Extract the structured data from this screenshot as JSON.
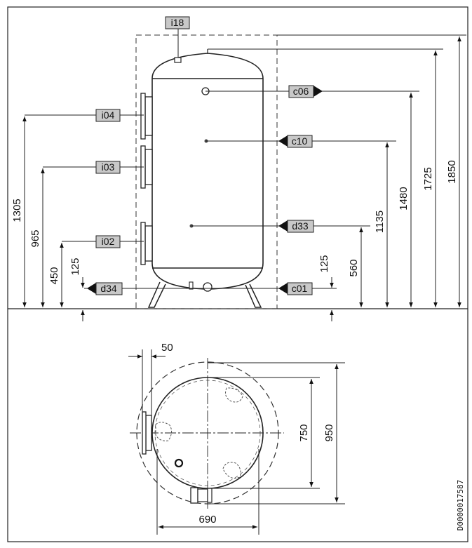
{
  "labels": {
    "i18": "i18",
    "c06": "c06",
    "i04": "i04",
    "c10": "c10",
    "i03": "i03",
    "d33": "d33",
    "i02": "i02",
    "d34": "d34",
    "c01": "c01"
  },
  "dimensions": {
    "d1850": "1850",
    "d1725": "1725",
    "d1480": "1480",
    "d1135": "1135",
    "d560": "560",
    "d125_right": "125",
    "d1305": "1305",
    "d965": "965",
    "d450": "450",
    "d125_left": "125",
    "d50": "50",
    "d750": "750",
    "d950": "950",
    "d690": "690"
  },
  "drawing_code": "D0000017587",
  "colors": {
    "line": "#222222",
    "label_fill": "#c8c8c8",
    "arrow": "#111111"
  }
}
